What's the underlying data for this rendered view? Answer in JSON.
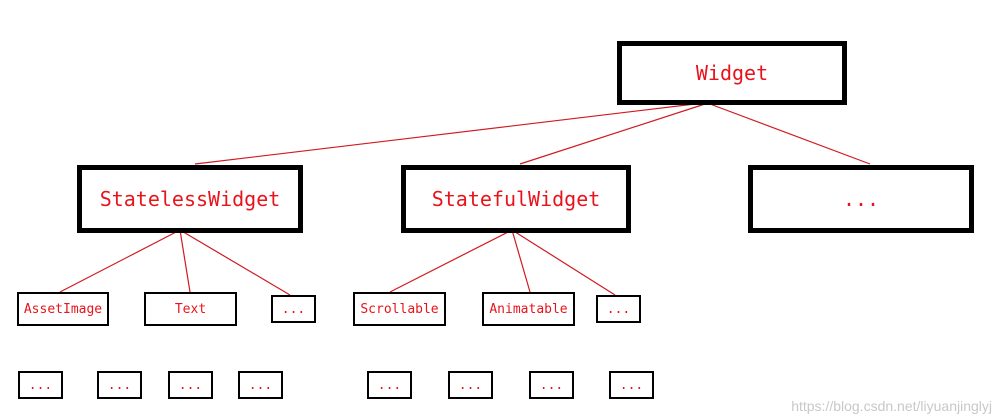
{
  "root": {
    "label": "Widget"
  },
  "level2": [
    {
      "label": "StatelessWidget"
    },
    {
      "label": "StatefulWidget"
    },
    {
      "label": "..."
    }
  ],
  "stateless_children": [
    {
      "label": "AssetImage"
    },
    {
      "label": "Text"
    },
    {
      "label": "..."
    }
  ],
  "stateful_children": [
    {
      "label": "Scrollable"
    },
    {
      "label": "Animatable"
    },
    {
      "label": "..."
    }
  ],
  "bottom_row": [
    {
      "label": "..."
    },
    {
      "label": "..."
    },
    {
      "label": "..."
    },
    {
      "label": "..."
    },
    {
      "label": "..."
    },
    {
      "label": "..."
    },
    {
      "label": "..."
    },
    {
      "label": "..."
    }
  ],
  "watermark": "https://blog.csdn.net/liyuanjinglyj",
  "colors": {
    "text": "#e8141b",
    "line": "#d11a1f",
    "border": "#000000"
  }
}
